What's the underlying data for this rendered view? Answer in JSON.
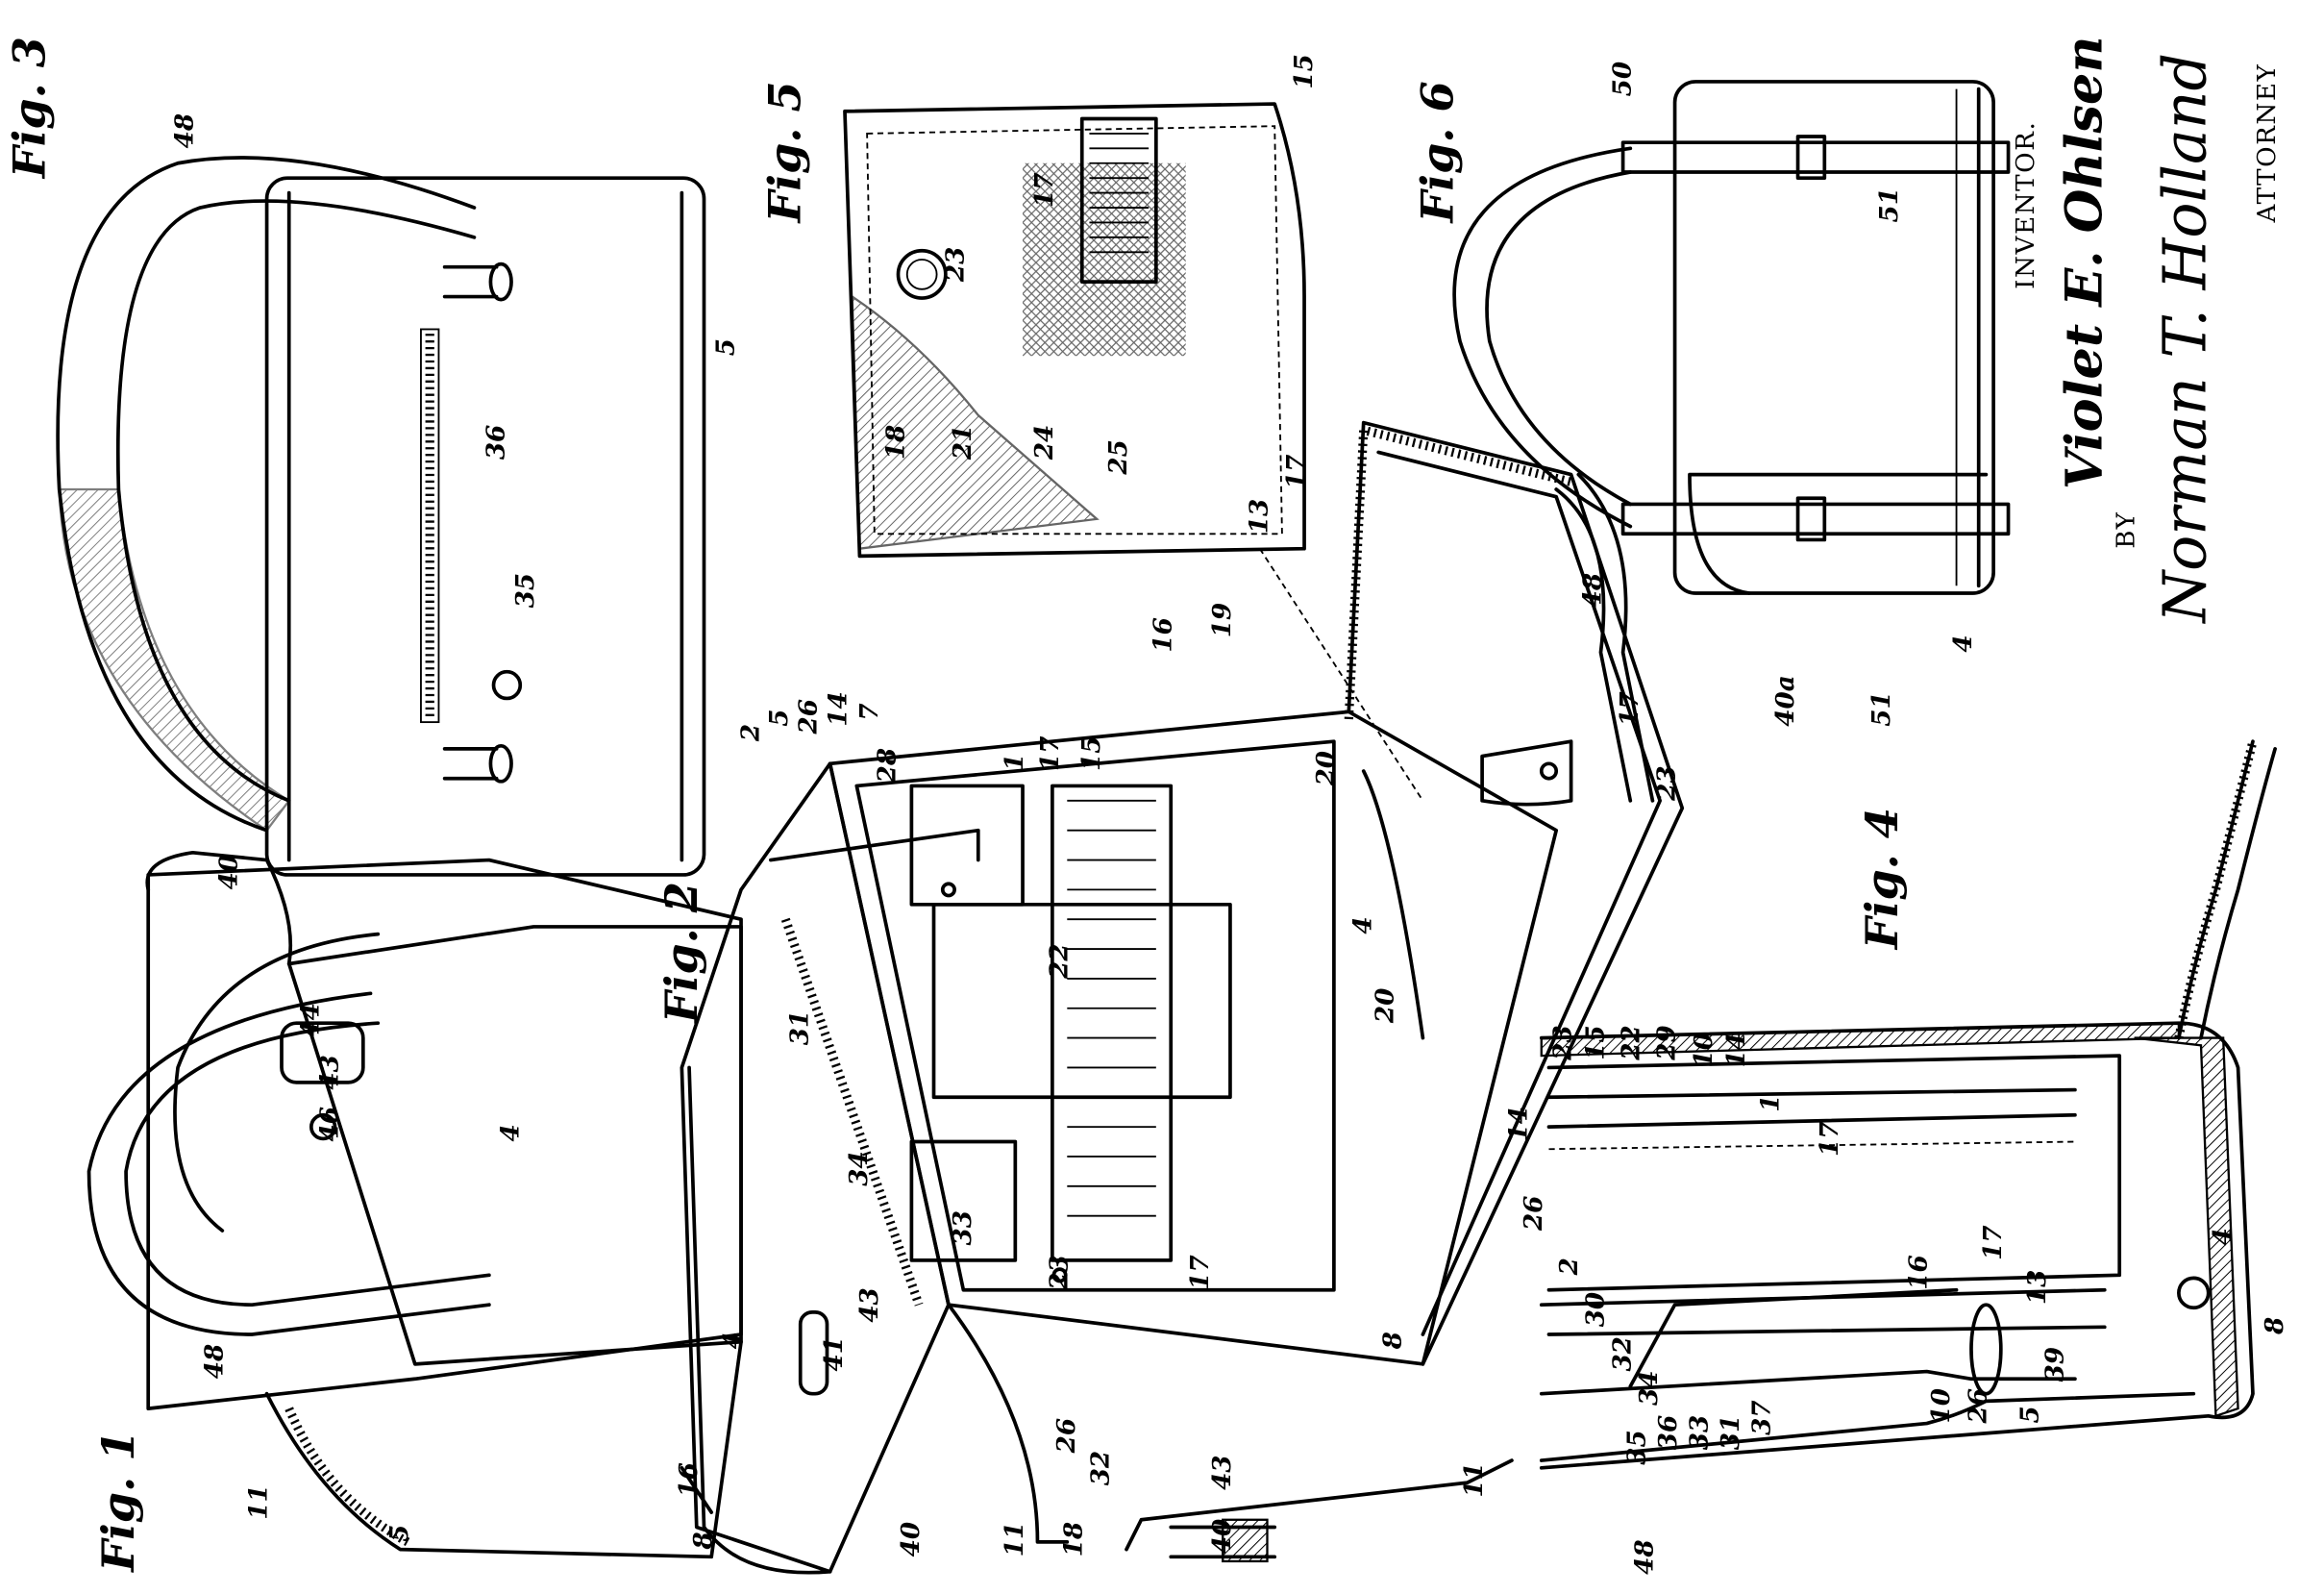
{
  "figures": {
    "fig1": "Fig. 1",
    "fig2": "Fig. 2",
    "fig3": "Fig. 3",
    "fig4": "Fig. 4",
    "fig5": "Fig. 5",
    "fig6": "Fig. 6"
  },
  "numerals": {
    "fig1": [
      "48",
      "40",
      "44",
      "43",
      "46",
      "4",
      "4",
      "16",
      "8",
      "5",
      "11"
    ],
    "fig2": [
      "2",
      "5",
      "26",
      "14",
      "28",
      "7",
      "1",
      "17",
      "15",
      "16",
      "19",
      "13",
      "17",
      "48",
      "17",
      "23",
      "22",
      "20",
      "20",
      "4",
      "31",
      "34",
      "33",
      "23",
      "17",
      "8",
      "26",
      "32",
      "41",
      "43",
      "40",
      "11",
      "18"
    ],
    "fig3": [
      "48",
      "36",
      "35",
      "5"
    ],
    "fig4": [
      "23",
      "15",
      "22",
      "29",
      "10",
      "14",
      "1",
      "17",
      "16",
      "17",
      "13",
      "4",
      "14",
      "26",
      "2",
      "30",
      "32",
      "34",
      "35",
      "36",
      "33",
      "31",
      "37",
      "10",
      "26",
      "5",
      "39",
      "8",
      "48",
      "11",
      "40",
      "43"
    ],
    "fig5": [
      "17",
      "23",
      "15",
      "18",
      "21",
      "24",
      "25"
    ],
    "fig6": [
      "50",
      "51",
      "40a",
      "51",
      "4"
    ]
  },
  "inventor": {
    "label": "INVENTOR.",
    "name": "Violet E. Ohlsen",
    "by": "BY",
    "signature": "Norman T. Holland",
    "attorney_label": "ATTORNEY"
  }
}
